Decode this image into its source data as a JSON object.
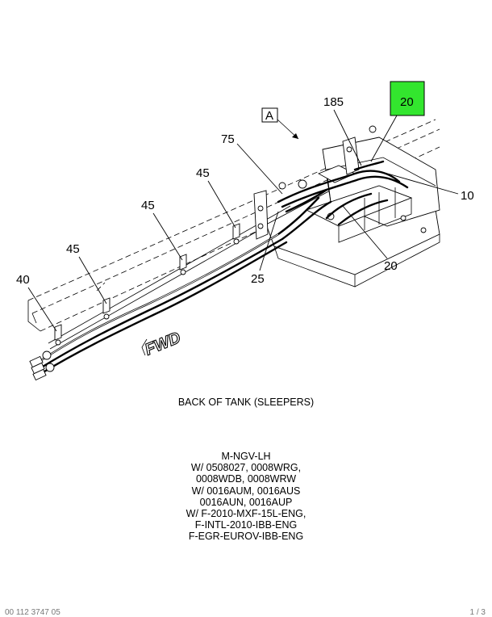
{
  "diagram": {
    "view_marker": "A",
    "fwd_label": "FWD",
    "callouts": {
      "c20_highlight": "20",
      "c185": "185",
      "c75": "75",
      "c45_a": "45",
      "c45_b": "45",
      "c45_c": "45",
      "c40": "40",
      "c10": "10",
      "c20_lower": "20",
      "c25": "25"
    },
    "highlight_color": "#33e62e"
  },
  "caption": "BACK OF TANK (SLEEPERS)",
  "notes": [
    "M-NGV-LH",
    "W/ 0508027, 0008WRG,",
    "0008WDB, 0008WRW",
    "W/ 0016AUM, 0016AUS",
    "0016AUN, 0016AUP",
    "W/ F-2010-MXF-15L-ENG,",
    "F-INTL-2010-IBB-ENG",
    "F-EGR-EUROV-IBB-ENG"
  ],
  "footer": {
    "left": "00 112 3747 05",
    "right": "1 / 3"
  }
}
